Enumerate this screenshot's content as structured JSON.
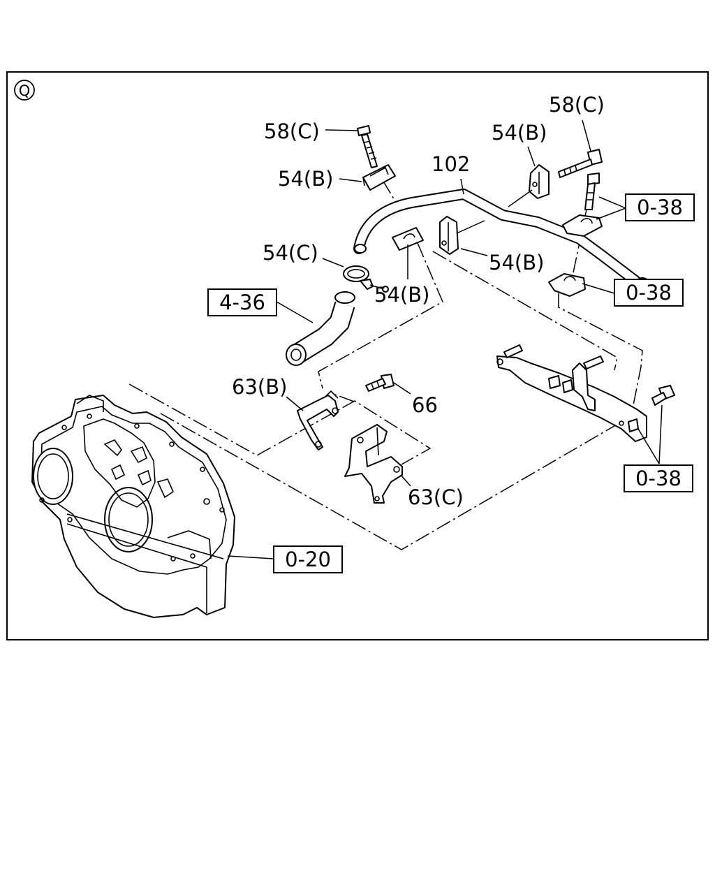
{
  "view_marker": "Q",
  "labels": {
    "bolt_58c_left": "58(C)",
    "bolt_58c_right": "58(C)",
    "clip_54b_top_left": "54(B)",
    "clip_54b_top_right": "54(B)",
    "clip_54b_mid_right": "54(B)",
    "clip_54b_center": "54(B)",
    "clamp_54c": "54(C)",
    "pipe_102": "102",
    "bracket_63b": "63(B)",
    "bolt_66": "66",
    "bracket_63c": "63(C)"
  },
  "refs": {
    "ref_4_36": "4-36",
    "ref_0_38_top": "0-38",
    "ref_0_38_mid": "0-38",
    "ref_0_38_bottom": "0-38",
    "ref_0_20": "0-20"
  }
}
